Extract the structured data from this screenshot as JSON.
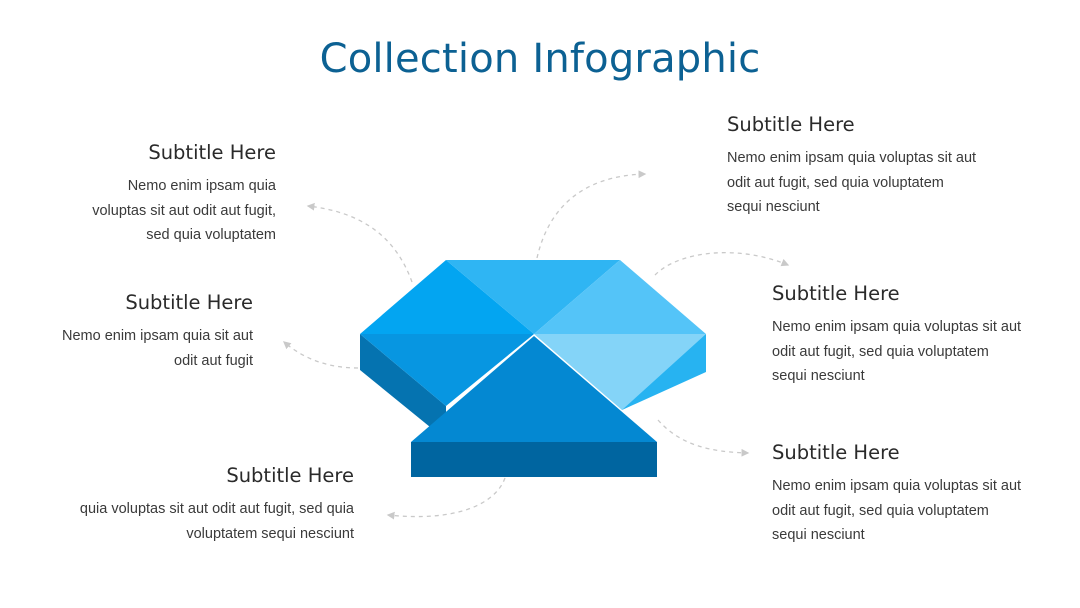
{
  "title": "Collection Infographic",
  "colors": {
    "title": "#0c6193",
    "accent_1": "#03a5f1",
    "accent_2": "#2fb5f3",
    "accent_3": "#54c4f8",
    "accent_4": "#84d4f8",
    "accent_5": "#0488d2",
    "accent_6": "#0065a0"
  },
  "items": [
    {
      "subtitle": "Subtitle Here",
      "body": [
        "Nemo enim ipsam quia",
        "voluptas sit aut odit aut fugit,",
        "sed quia voluptatem"
      ]
    },
    {
      "subtitle": "Subtitle Here",
      "body": [
        "Nemo enim ipsam quia sit aut",
        "odit aut fugit"
      ]
    },
    {
      "subtitle": "Subtitle Here",
      "body": [
        "quia voluptas sit aut odit aut fugit, sed quia",
        "voluptatem sequi nesciunt"
      ]
    },
    {
      "subtitle": "Subtitle Here",
      "body": [
        "Nemo enim ipsam quia voluptas sit aut",
        "odit aut fugit, sed quia voluptatem",
        "sequi nesciunt"
      ]
    },
    {
      "subtitle": "Subtitle Here",
      "body": [
        "Nemo enim ipsam quia voluptas sit aut",
        "odit aut fugit, sed quia voluptatem",
        "sequi nesciunt"
      ]
    },
    {
      "subtitle": "Subtitle Here",
      "body": [
        "Nemo enim ipsam quia voluptas sit aut",
        "odit aut fugit, sed quia voluptatem",
        "sequi nesciunt"
      ]
    }
  ]
}
